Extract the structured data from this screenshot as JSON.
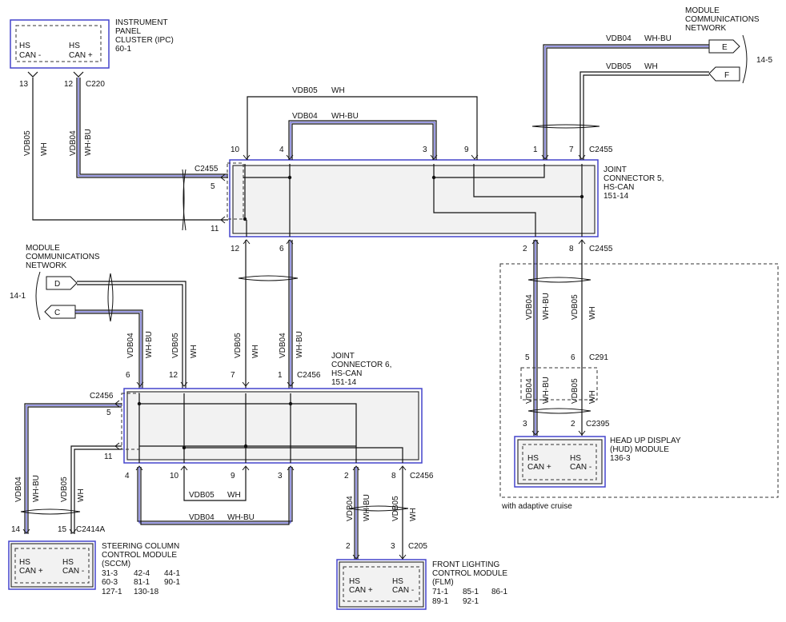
{
  "modules": {
    "ipc": {
      "name": [
        "INSTRUMENT",
        "PANEL",
        "CLUSTER (IPC)"
      ],
      "ref": "60-1",
      "pin_a": "HS\nCAN -",
      "pin_b": "HS\nCAN +"
    },
    "jc5": {
      "name": [
        "JOINT",
        "CONNECTOR 5,",
        "HS-CAN"
      ],
      "ref": "151-14"
    },
    "jc6": {
      "name": [
        "JOINT",
        "CONNECTOR 6,",
        "HS-CAN"
      ],
      "ref": "151-14"
    },
    "hud": {
      "name": [
        "HEAD UP DISPLAY",
        "(HUD) MODULE"
      ],
      "ref": "136-3"
    },
    "sccm": {
      "name": [
        "STEERING COLUMN",
        "CONTROL MODULE",
        "(SCCM)"
      ],
      "refs": [
        "31-3",
        "42-4",
        "44-1",
        "60-3",
        "81-1",
        "90-1",
        "127-1",
        "130-18"
      ]
    },
    "flm": {
      "name": [
        "FRONT LIGHTING",
        "CONTROL MODULE",
        "(FLM)"
      ],
      "refs": [
        "71-1",
        "85-1",
        "86-1",
        "89-1",
        "92-1"
      ]
    }
  },
  "can_labels": {
    "plus": "CAN +",
    "minus": "CAN -",
    "hs": "HS"
  },
  "network": {
    "top": {
      "title": [
        "MODULE",
        "COMMUNICATIONS",
        "NETWORK"
      ],
      "ref": "14-5",
      "conn_e": "E",
      "conn_f": "F"
    },
    "left": {
      "title": [
        "MODULE",
        "COMMUNICATIONS",
        "NETWORK"
      ],
      "ref": "14-1",
      "conn_d": "D",
      "conn_c": "C"
    }
  },
  "connectors": {
    "c220": "C220",
    "c2455": "C2455",
    "c2456": "C2456",
    "c291": "C291",
    "c2395": "C2395",
    "c2414a": "C2414A",
    "c205": "C205"
  },
  "wires": {
    "vdb04": "VDB04",
    "vdb05": "VDB05",
    "wh": "WH",
    "whbu": "WH-BU"
  },
  "pins": {
    "ipc": [
      "13",
      "12"
    ],
    "jc5_top": [
      "10",
      "4",
      "3",
      "9",
      "1",
      "7"
    ],
    "jc5_left": [
      "5",
      "11"
    ],
    "jc5_bottom": [
      "12",
      "6",
      "2",
      "8"
    ],
    "hud_mid": [
      "5",
      "6"
    ],
    "hud_bottom": [
      "3",
      "2"
    ],
    "jc6_top": [
      "6",
      "12",
      "7",
      "1"
    ],
    "jc6_left": [
      "5",
      "11"
    ],
    "jc6_bottom": [
      "4",
      "10",
      "9",
      "3",
      "2",
      "8"
    ],
    "sccm": [
      "14",
      "15"
    ],
    "flm": [
      "2",
      "3"
    ]
  },
  "notes": {
    "adaptive": "with adaptive cruise"
  },
  "colors": {
    "blue_wire": "#3a3ac8",
    "module_border": "#4444cc"
  }
}
